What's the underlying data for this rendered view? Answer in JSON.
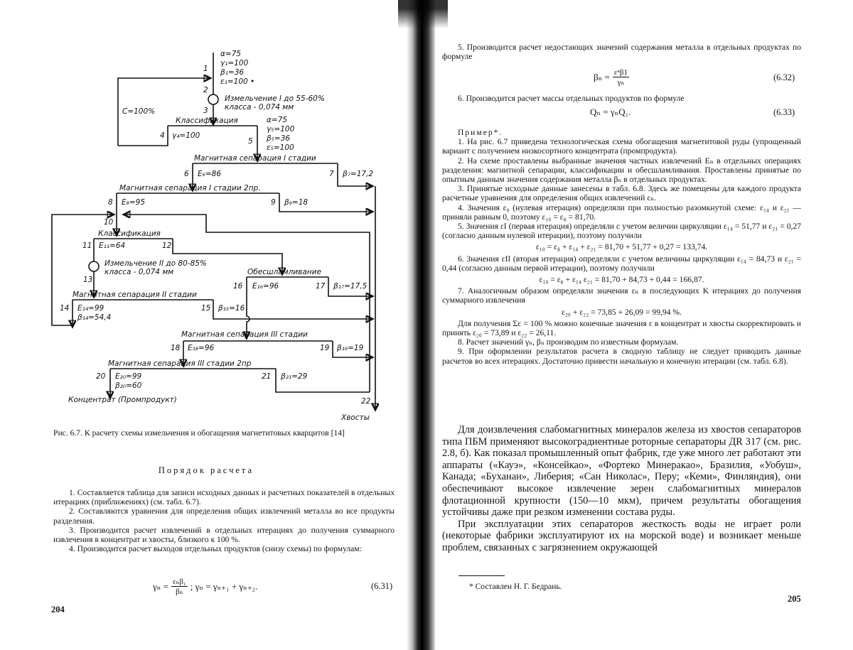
{
  "diagram": {
    "feed": {
      "alpha": "α=75",
      "gamma": "γ₁=100",
      "beta": "β₁=36",
      "eps": "ε₁=100 •",
      "num": "1"
    },
    "n2": "2",
    "n3": "3",
    "n4": "4",
    "n5": "5",
    "n6": "6",
    "n7": "7",
    "n8": "8",
    "n9": "9",
    "n10": "10",
    "n11": "11",
    "n12": "12",
    "n13": "13",
    "n14": "14",
    "n15": "15",
    "n16": "16",
    "n17": "17",
    "n18": "18",
    "n19": "19",
    "n20": "20",
    "n21": "21",
    "n22": "22",
    "circulating": "C=100%",
    "grinding1": [
      "Измельчение I до 55-60%",
      "класса - 0,074 мм"
    ],
    "classification1": "Классификация",
    "gamma4": "γ₄=100",
    "p5": {
      "alpha": "α=75",
      "gamma": "γ₅=100",
      "beta": "β₅=36",
      "eps": "ε₅=100"
    },
    "magsep1": "Магнитная сепарация I стадии",
    "e6": "E₆=86",
    "b7": "β₇=17,2",
    "magsep1b": "Магнитная сепарация I стадии 2пр.",
    "e8": "E₈=95",
    "b9": "β₉=18",
    "classification2": "Классификация",
    "e11": "E₁₁=64",
    "grinding2": [
      "Измельчение II до 80-85%",
      "класса - 0,074 мм"
    ],
    "desliming": "Обесшламливание",
    "e16": "E₁₆=96",
    "b17": "β₁₇=17,5",
    "magsep2": "Магнитная сепарация II стадии",
    "e14": "E₁₄=99",
    "b14": "β₁₄=54,4",
    "b15": "β₁₅=16",
    "magsep3": "Магнитная сепарация III стадии",
    "e18": "E₁₈=96",
    "b19": "β₁₉=19",
    "magsep3b": "Магнитная сепарация III стадии 2пр",
    "e20": "E₂₀=99",
    "b20": "β₂₀=60",
    "b21": "β₂₁=29",
    "concentrate": "Концентрат (Промпродукт)",
    "tails": "Хвосты"
  },
  "left_page": {
    "caption": "Рис. 6.7. К расчету схемы измельчения и обогащения магнетитовых кварцитов [14]",
    "heading": "Порядок расчета",
    "items": [
      "1. Составляется таблица для записи исходных данных и расчетных показателей в отдельных итерациях (приближениях) (см. табл. 6.7).",
      "2. Составляются уравнения для определения общих извлечений металла во все продукты разделения.",
      "3. Производится расчет извлечений в отдельных итерациях до получения суммарного извлечения в концентрат и хвосты, близкого к 100 %.",
      "4. Производится расчет выходов отдельных продуктов (снизу схемы) по формулам:"
    ],
    "formula": {
      "lhs": "γₙ =",
      "num": "εₙβ₁",
      "den": "βₙ",
      "rhs": ";  γₙ = γₙ₊₁ + γₙ₊₂.",
      "number": "(6.31)"
    },
    "page_number": "204"
  },
  "right_page": {
    "item5": "5. Производится расчет недостающих значений содержания металла в отдельных продуктах по формуле",
    "formula632": {
      "lhs": "βₙ =",
      "num": "εⁿβ1",
      "den": "γₙ",
      "number": "(6.32)"
    },
    "item6": "6. Производится расчет массы отдельных продуктов по формуле",
    "formula633": {
      "text": "Qₙ = γₙQ₁.",
      "number": "(6.33)"
    },
    "example_title": "Пример*.",
    "example": [
      "1. На рис. 6.7 приведена технологическая схема обогащения магнетитовой руды (упрощенный вариант с получением низкосортного концентрата (промпродукта).",
      "2. На схеме проставлены выбранные значения частных извлечений Eₙ в отдельных операциях разделения: магнитной сепарации, классификации и обесшламливания. Проставлены принятые по опытным данным значения содержания металла βₙ в отдельных продуктах.",
      "3. Принятые исходные данные занесены в табл. 6.8. Здесь же помещены для каждого продукта расчетные уравнения для определения общих извлечений εₙ.",
      "4. Значения ε₀ (нулевая итерация) определяли при полностью разомкнутой схеме: ε₁₄ и ε₂₁ — приняли равным 0, поэтому ε₁₀ = ε₈ = 81,70.",
      "5. Значения εI (первая итерация) определяли с учетом величин циркуляции ε₁₄ = 51,77 и ε₂₁ = 0,27 (согласно данным нулевой итерации), поэтому получили"
    ],
    "eq1": "ε₁₀ = ε₈ + ε₁₄ + ε₂₁ = 81,70 + 51,77 + 0,27 = 133,74.",
    "example6": "6. Значения εII (вторая итерация) определяли с учетом величины циркуляции ε₁₄ = 84,73 и ε₂₁ = 0,44 (согласно данным первой итерации), поэтому получили",
    "eq2": "ε₁₀ = ε₈ + ε₁₄ ε₂₁ = 81,70 + 84,73 + 0,44 = 166,87.",
    "example7": "7. Аналогичным образом определяли значения εₙ в последующих K итерациях до получения суммарного извлечения",
    "eq3": "ε₂₀ + ε₂₂ = 73,85 + 26,09 = 99,94 %.",
    "correction": "Для получения Σε = 100 % можно конечные значения ε в концентрат и хвосты скорректировать и принять ε₂₀ = 73,89 и ε₂₂ = 26,11.",
    "example8": "8. Расчет значений γₙ, βₙ производим по известным формулам.",
    "example9": "9. При оформлении результатов расчета в сводную таблицу не следует приводить данные расчетов во всех итерациях. Достаточно привести начальную и конечную итерации (см. табл. 6.8).",
    "para1": "Для доизвлечения слабомагнитных минералов железа из хвостов сепараторов типа ПБМ применяют высокоградиентные роторные сепараторы ДR 317 (см. рис. 2.8, б). Как показал промышленный опыт фабрик, где уже много лет работают эти аппараты («Кауэ», «Консейкао», «Фортеко Минеракао», Бразилия, «Уобуш», Канада; «Буханан», Либерия; «Сан Николас», Перу; «Кеми», Финляндия), они обеспечивают высокое извлечение зерен слабомагнитных минералов флотационной крупности (150—10 мкм), причем результаты обогащения устойчивы даже при резком изменении состава руды.",
    "para2": "При эксплуатации этих сепараторов жесткость воды не играет роли (некоторые фабрики эксплуатируют их на морской воде) и возникает меньше проблем, связанных с загрязнением окружающей",
    "footnote": "* Составлен Н. Г. Бедрань.",
    "page_number": "205"
  }
}
